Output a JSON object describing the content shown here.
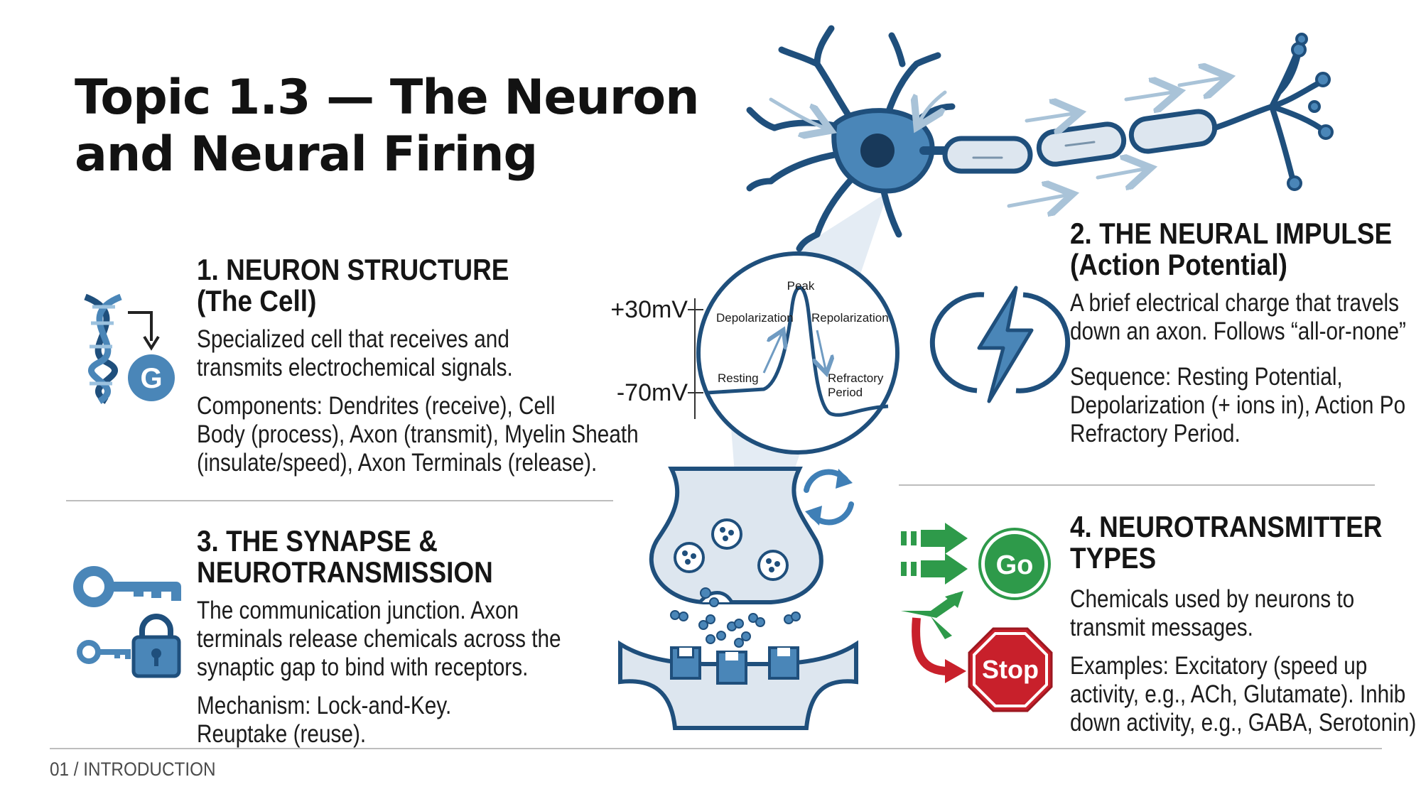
{
  "title": {
    "line1": "Topic 1.3 — The Neuron",
    "line2": "and Neural Firing"
  },
  "sections": {
    "structure": {
      "heading1": "1. NEURON STRUCTURE",
      "heading2": "(The Cell)",
      "body1_line1": "Specialized cell that receives and",
      "body1_line2": "transmits electrochemical signals.",
      "body2_line1": "Components: Dendrites (receive), Cell",
      "body2_line2": "Body (process), Axon (transmit), Myelin Sheath",
      "body2_line3": "(insulate/speed), Axon Terminals (release)."
    },
    "impulse": {
      "heading1": "2. THE NEURAL IMPULSE",
      "heading2": "(Action Potential)",
      "body1_line1": "A brief electrical charge that travels",
      "body1_line2": "down an axon. Follows “all-or-none”",
      "body2_line1": "Sequence: Resting Potential,",
      "body2_line2": "Depolarization (+ ions in), Action Po",
      "body2_line3": "Refractory Period."
    },
    "synapse": {
      "heading1": "3. THE SYNAPSE &",
      "heading2": "NEUROTRANSMISSION",
      "body1_line1": "The communication junction. Axon",
      "body1_line2": "terminals release chemicals across the",
      "body1_line3": "synaptic gap to bind with receptors.",
      "body2_line1": "Mechanism: Lock-and-Key.",
      "body2_line2": "Reuptake (reuse)."
    },
    "transmitters": {
      "heading1": "4. NEUROTRANSMITTER",
      "heading2": "TYPES",
      "body1_line1": "Chemicals used by neurons to",
      "body1_line2": "transmit messages.",
      "body2_line1": "Examples: Excitatory (speed up",
      "body2_line2": "activity, e.g., ACh, Glutamate). Inhib",
      "body2_line3": "down activity, e.g., GABA, Serotonin)"
    }
  },
  "graph": {
    "label_plus30": "+30mV",
    "label_minus70": "-70mV",
    "label_peak": "Peak",
    "label_depolarization": "Depolarization",
    "label_repolarization": "Repolarization",
    "label_resting": "Resting",
    "label_refractory1": "Refractory",
    "label_refractory2": "Period"
  },
  "icons": {
    "gene_letter": "G",
    "go_label": "Go",
    "stop_label": "Stop"
  },
  "footer": "01 / INTRODUCTION",
  "colors": {
    "blue_dark": "#1f4f7c",
    "blue_mid": "#4a86b8",
    "blue_light": "#dbe6f0",
    "green": "#2e9a4a",
    "red": "#c8202b"
  }
}
